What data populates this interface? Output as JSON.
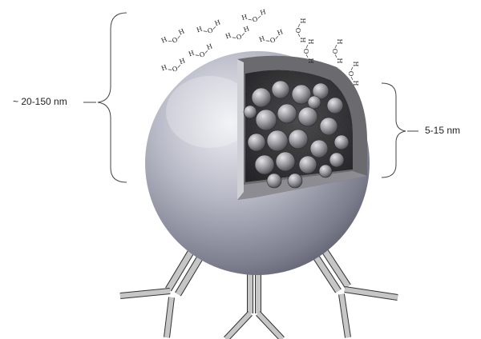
{
  "labels": {
    "outer_size": "~ 20-150 nm",
    "core_size": "5-15 nm"
  },
  "water_molecule": {
    "formula_parts": [
      "H",
      "O",
      "H"
    ]
  },
  "colors": {
    "shell": "#b4b6c3",
    "shell_dark": "#6d6f80",
    "core": "#3c3c40",
    "particle": "#8e8e94",
    "antibody": "#c6c6c6"
  }
}
